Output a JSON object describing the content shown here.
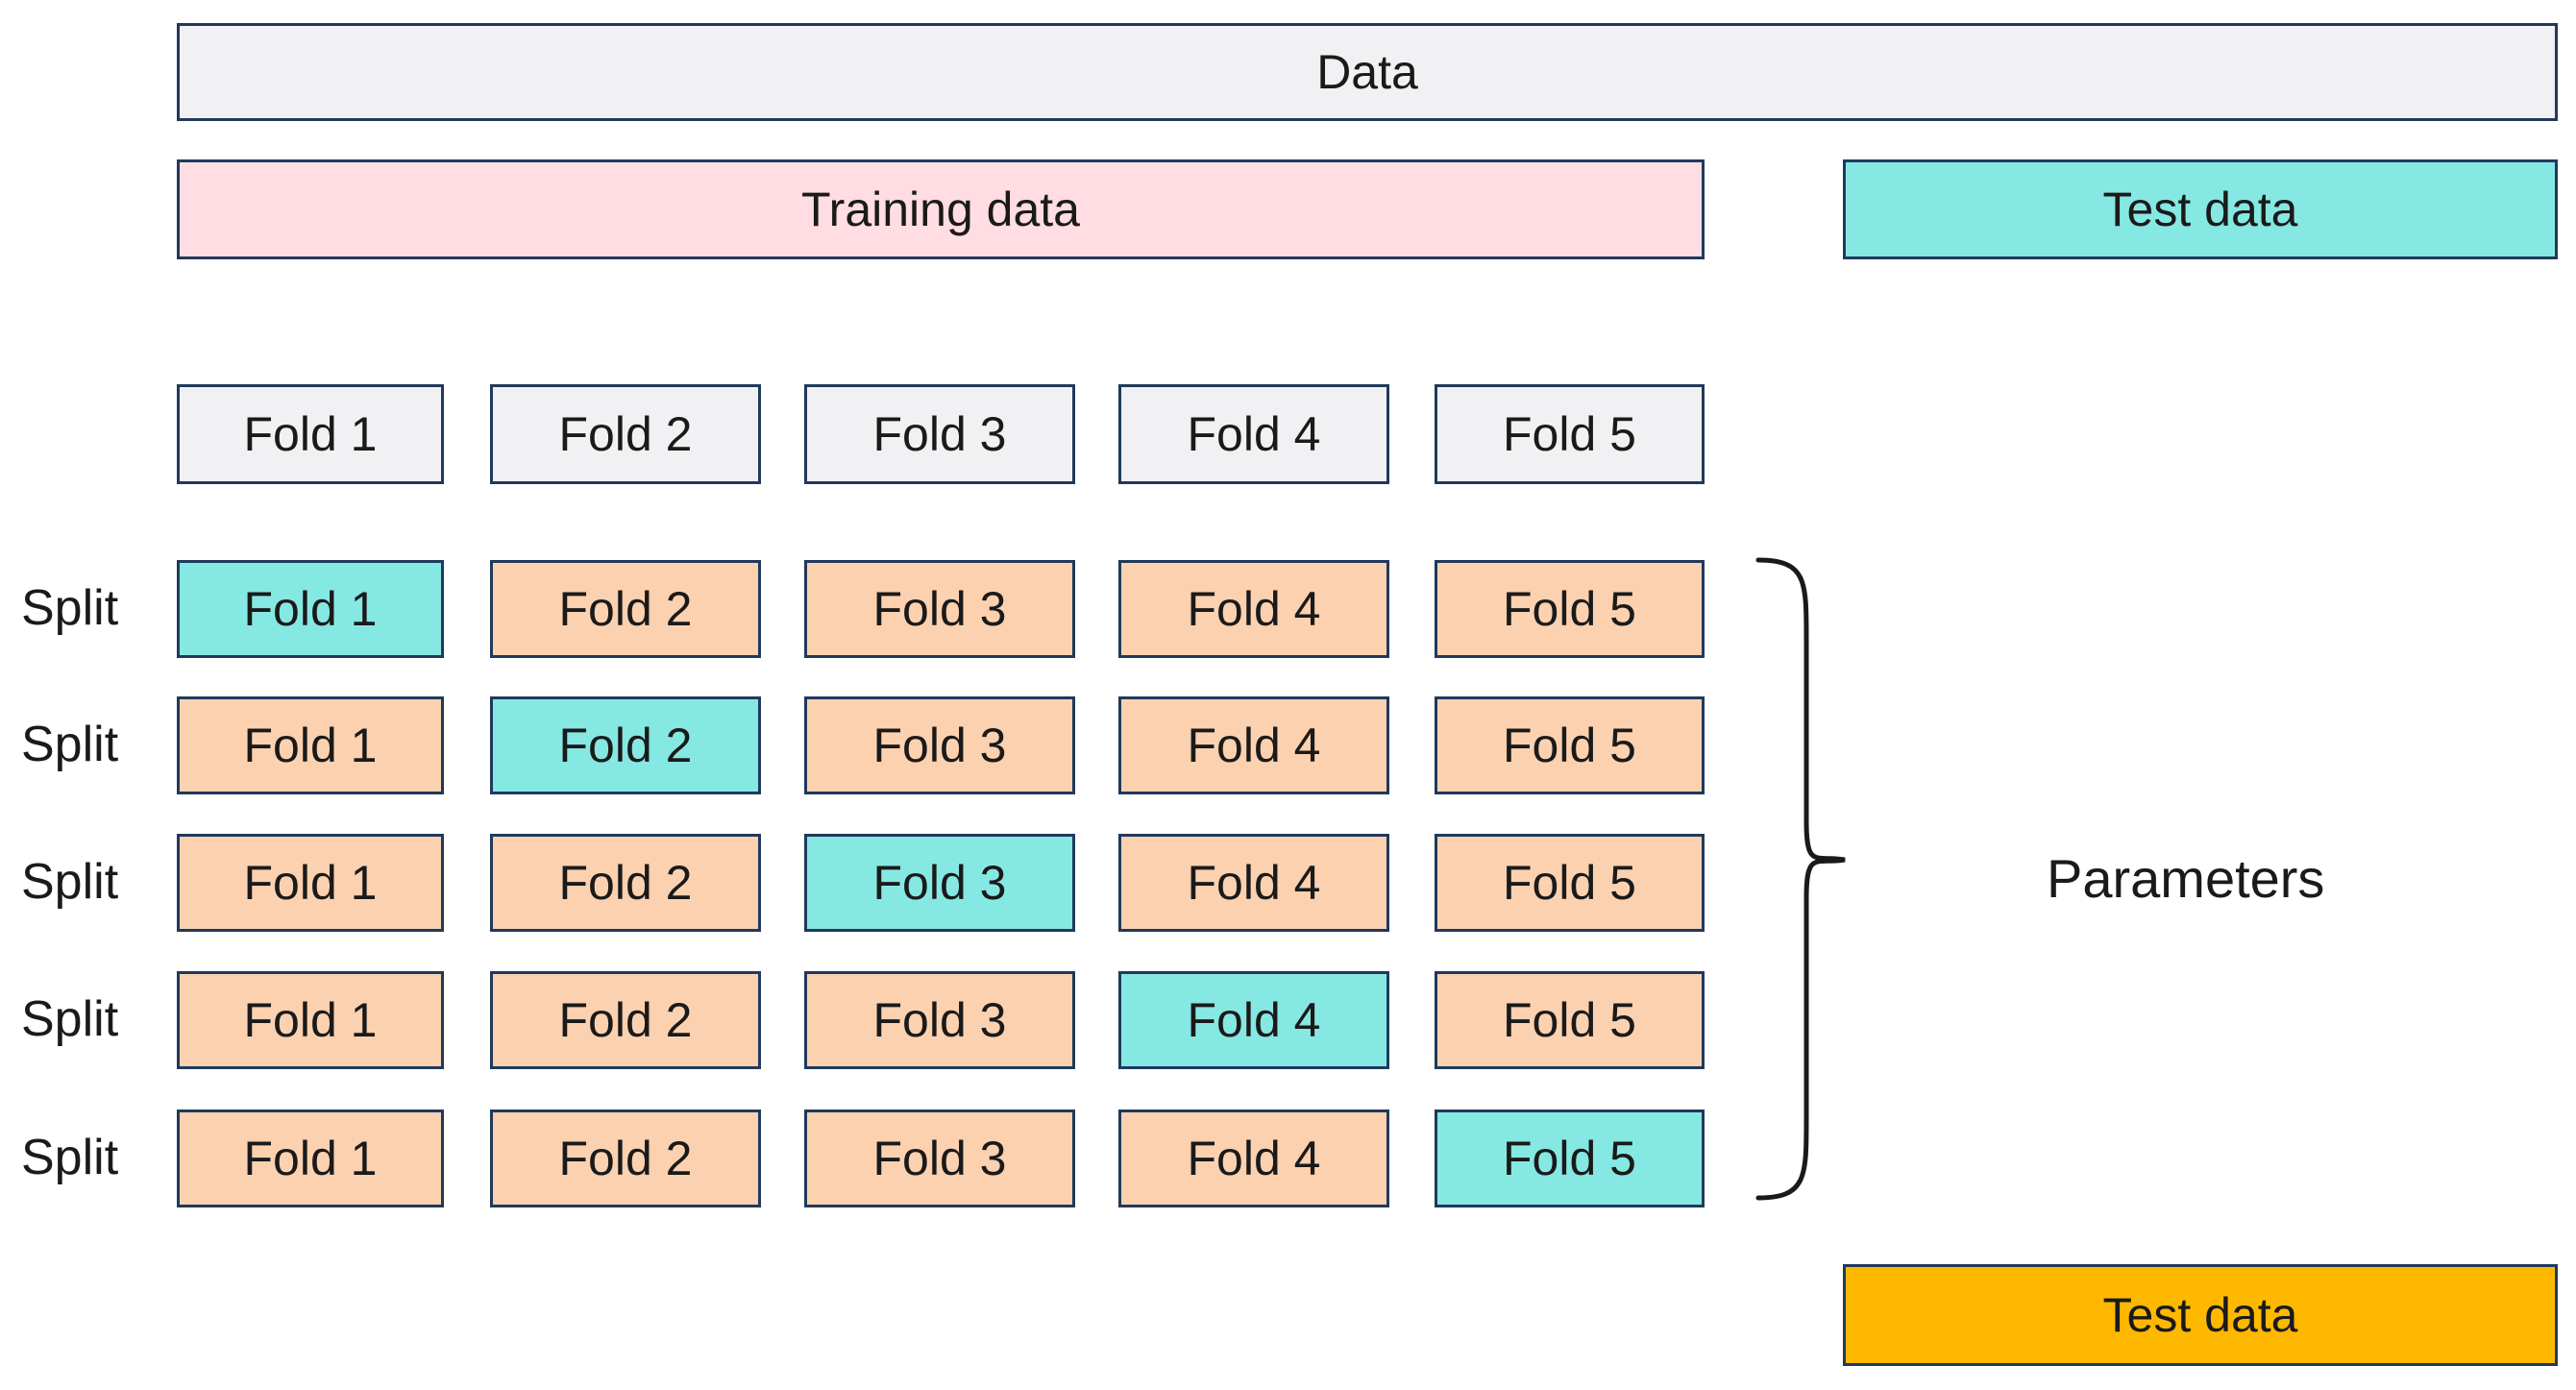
{
  "top": {
    "data_label": "Data",
    "training_label": "Training data",
    "test_label": "Test data"
  },
  "folds_header": [
    "Fold 1",
    "Fold 2",
    "Fold 3",
    "Fold 4",
    "Fold 5"
  ],
  "split_label": "Split",
  "splits": [
    {
      "folds": [
        "Fold 1",
        "Fold 2",
        "Fold 3",
        "Fold 4",
        "Fold 5"
      ],
      "test_index": 0
    },
    {
      "folds": [
        "Fold 1",
        "Fold 2",
        "Fold 3",
        "Fold 4",
        "Fold 5"
      ],
      "test_index": 1
    },
    {
      "folds": [
        "Fold 1",
        "Fold 2",
        "Fold 3",
        "Fold 4",
        "Fold 5"
      ],
      "test_index": 2
    },
    {
      "folds": [
        "Fold 1",
        "Fold 2",
        "Fold 3",
        "Fold 4",
        "Fold 5"
      ],
      "test_index": 3
    },
    {
      "folds": [
        "Fold 1",
        "Fold 2",
        "Fold 3",
        "Fold 4",
        "Fold 5"
      ],
      "test_index": 4
    }
  ],
  "parameters_label": "Parameters",
  "final_test_label": "Test data",
  "colors": {
    "data": "#f1f1f3",
    "training": "#ffdde2",
    "test": "#86e8e3",
    "train_fold": "#fcd1b0",
    "final_test": "#ffb800",
    "border": "#1f3a5c"
  }
}
